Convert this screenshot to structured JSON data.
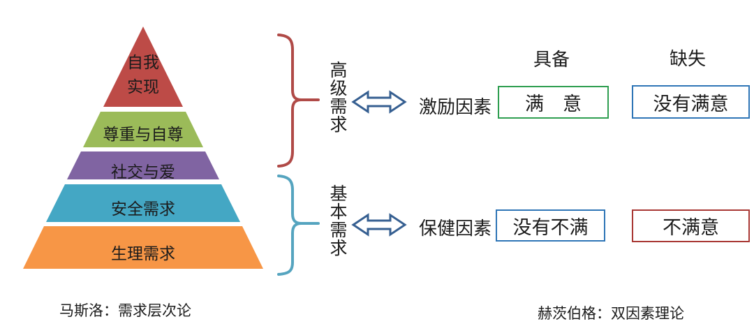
{
  "maslow": {
    "caption": "马斯洛：需求层次论",
    "levels": [
      {
        "label": "自我实现",
        "color": "#BD4B47"
      },
      {
        "label": "尊重与自尊",
        "color": "#9BBB59"
      },
      {
        "label": "社交与爱",
        "color": "#8064A2"
      },
      {
        "label": "安全需求",
        "color": "#44A7C4"
      },
      {
        "label": "生理需求",
        "color": "#F79646"
      }
    ]
  },
  "groups": {
    "higher": {
      "label": "高级需求",
      "brace_color": "#B04A47"
    },
    "basic": {
      "label": "基本需求",
      "brace_color": "#55A4BF"
    }
  },
  "herzberg": {
    "caption": "赫茨伯格：双因素理论",
    "columns": {
      "have": "具备",
      "lack": "缺失"
    },
    "rows": [
      {
        "factor": "激励因素",
        "have_text": "满　意",
        "have_border": "#2E9E50",
        "lack_text": "没有满意",
        "lack_border": "#2E75B6"
      },
      {
        "factor": "保健因素",
        "have_text": "没有不满",
        "have_border": "#2E75B6",
        "lack_text": "不满意",
        "lack_border": "#A93834"
      }
    ]
  },
  "colors": {
    "arrow_outline": "#365F91"
  }
}
